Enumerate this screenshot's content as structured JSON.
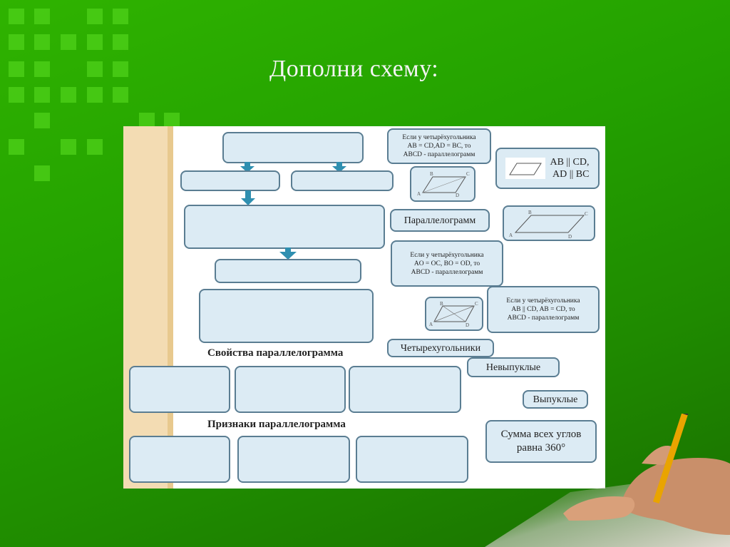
{
  "title": "Дополни схему:",
  "headings": {
    "properties": "Свойства параллелограмма",
    "signs": "Признаки параллелограмма"
  },
  "cards": {
    "card1": [
      "Если у четырёхугольника",
      "AB = CD,AD = BC, то",
      "ABCD -  параллелограмм"
    ],
    "card2": [
      "AB || CD,",
      "AD || BC"
    ],
    "card3": "Параллелограмм",
    "card4": [
      "Если у четырёхугольника",
      "AO = OC, BO = OD, то",
      "ABCD -  параллелограмм"
    ],
    "card5": [
      "Если у четырёхугольника",
      "AB || CD, AB = CD, то",
      "ABCD -  параллелограмм"
    ],
    "card6": "Четырехугольники",
    "card7": "Невыпуклые",
    "card8": "Выпуклые",
    "card9": [
      "Сумма всех углов",
      "равна 360°"
    ]
  },
  "figure_labels": {
    "fig1": [
      "A",
      "B",
      "C",
      "D"
    ],
    "fig2": [
      "A",
      "B",
      "C",
      "D"
    ],
    "fig3": [
      "A",
      "B",
      "C",
      "D"
    ]
  },
  "colors": {
    "background": "#23a000",
    "box_fill": "#dcebf4",
    "box_border": "#5a7d92",
    "arrow": "#2f8fb0"
  }
}
